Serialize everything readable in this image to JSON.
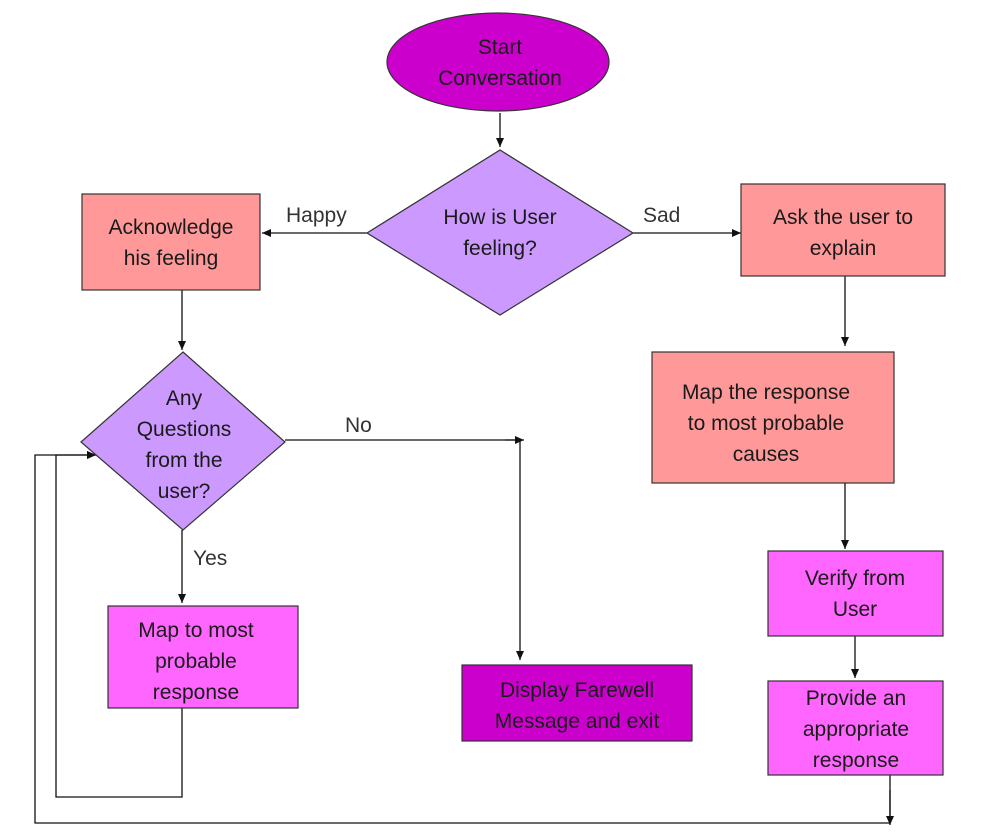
{
  "colors": {
    "terminator": "#cc00cc",
    "decision": "#cc99ff",
    "process_sad": "#ff9999",
    "process_answer": "#ff66ff",
    "exit": "#cc00cc",
    "line": "#111111"
  },
  "nodes": {
    "start": {
      "lines": [
        "Start",
        "Conversation"
      ],
      "shape": "ellipse"
    },
    "feeling_question": {
      "lines": [
        "How is User",
        "feeling?"
      ],
      "shape": "diamond"
    },
    "acknowledge": {
      "lines": [
        "Acknowledge",
        "his feeling"
      ],
      "shape": "rectangle"
    },
    "ask_explain": {
      "lines": [
        "Ask the user to",
        "explain"
      ],
      "shape": "rectangle"
    },
    "any_questions": {
      "lines": [
        "Any",
        "Questions",
        "from the",
        "user?"
      ],
      "shape": "diamond"
    },
    "map_causes": {
      "lines": [
        "Map the response",
        "to most probable",
        "causes"
      ],
      "shape": "rectangle"
    },
    "verify": {
      "lines": [
        "Verify from",
        "User"
      ],
      "shape": "rectangle"
    },
    "map_response": {
      "lines": [
        "Map to most",
        "probable",
        "response"
      ],
      "shape": "rectangle"
    },
    "farewell": {
      "lines": [
        "Display Farewell",
        "Message and exit"
      ],
      "shape": "rectangle"
    },
    "provide": {
      "lines": [
        "Provide an",
        "appropriate",
        "response"
      ],
      "shape": "rectangle"
    }
  },
  "edge_labels": {
    "happy": "Happy",
    "sad": "Sad",
    "no": "No",
    "yes": "Yes"
  }
}
